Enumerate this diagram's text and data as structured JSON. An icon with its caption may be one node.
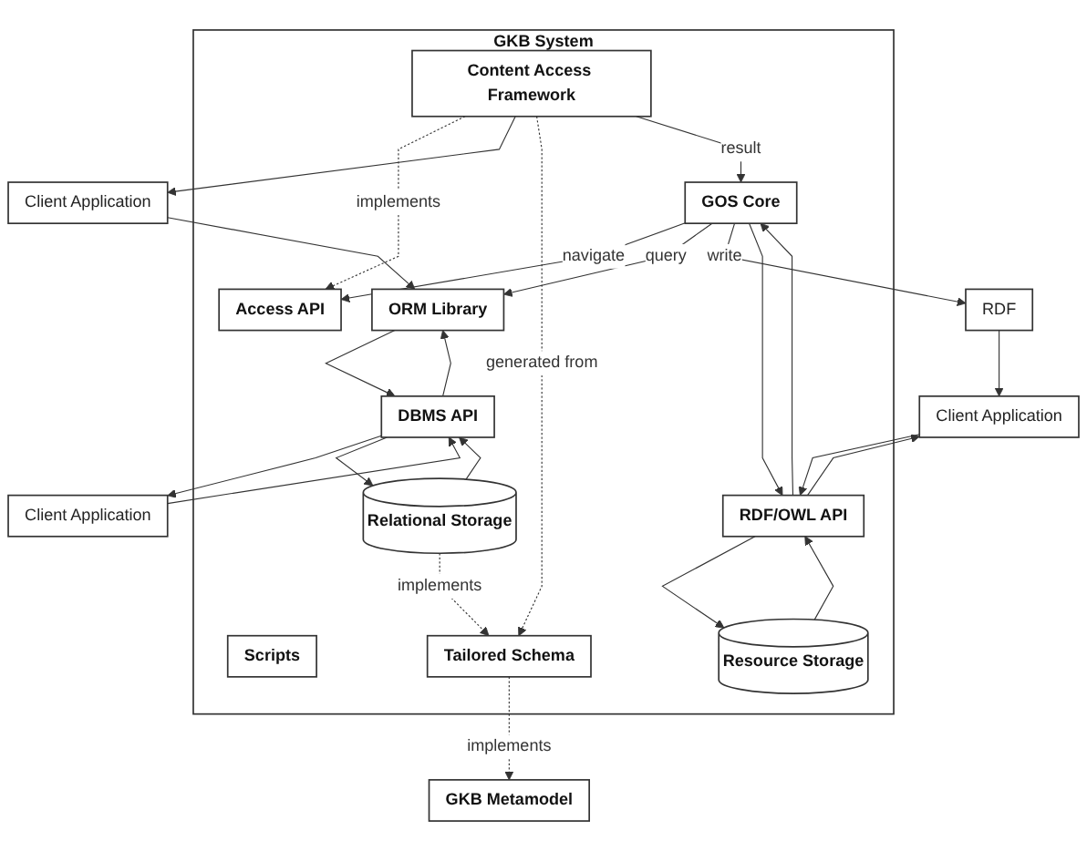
{
  "diagram": {
    "nodes": [
      {
        "text": [
          "GKB System"
        ]
      },
      {
        "text": [
          "Access API"
        ],
        "in": 0
      },
      {
        "text": [
          "Content Access Framework"
        ],
        "in": 0
      },
      {
        "text": [
          "Scripts"
        ],
        "in": 0
      },
      {
        "text": [
          "Client Application"
        ]
      },
      {
        "text": [
          "ORM Library"
        ],
        "in": 0
      },
      {
        "text": [
          "GOS Core"
        ],
        "in": 0
      },
      {
        "text": [
          "RDF"
        ]
      },
      {
        "text": [
          "Client Application"
        ]
      },
      {
        "text": [
          "DBMS API"
        ],
        "in": 0
      },
      {
        "text": [
          "RDF/OWL API"
        ],
        "in": 0
      },
      {
        "text": [
          "Client Application"
        ]
      },
      {
        "text": [
          "Relational Storage"
        ],
        "in": 0
      },
      {
        "text": [
          "Tailored Schema"
        ],
        "in": 0
      },
      {
        "text": [
          "Resource Storage"
        ],
        "in": 0
      },
      {
        "text": [
          "GKB Metamodel"
        ]
      }
    ],
    "edges": [
      {
        "from": 6,
        "to": 1,
        "arrow": "to",
        "label": "navigate"
      },
      {
        "from": 2,
        "to": 1,
        "arrow": "to",
        "label": "implements",
        "style": "dashed"
      },
      {
        "from": 2,
        "to": 4,
        "arrow": "to"
      },
      {
        "from": 4,
        "to": 5,
        "arrow": "to"
      },
      {
        "from": 2,
        "to": 13,
        "arrow": "to",
        "label": "generated from",
        "style": "dashed"
      },
      {
        "from": 2,
        "to": 6,
        "arrow": "to",
        "label": "result"
      },
      {
        "from": 6,
        "to": 5,
        "arrow": "to",
        "label": "query"
      },
      {
        "from": 6,
        "to": 7,
        "arrow": "to",
        "label": "write"
      },
      {
        "from": 5,
        "to": 9,
        "arrow": "to"
      },
      {
        "from": 9,
        "to": 5,
        "arrow": "to"
      },
      {
        "from": 9,
        "to": 8,
        "arrow": "to"
      },
      {
        "from": 8,
        "to": 9,
        "arrow": "to"
      },
      {
        "from": 6,
        "to": 10,
        "arrow": "to"
      },
      {
        "from": 10,
        "to": 6,
        "arrow": "to"
      },
      {
        "from": 7,
        "to": 11,
        "arrow": "to"
      },
      {
        "from": 11,
        "to": 10,
        "arrow": "to"
      },
      {
        "from": 10,
        "to": 11,
        "arrow": "to"
      },
      {
        "from": 9,
        "to": 12,
        "arrow": "to"
      },
      {
        "from": 12,
        "to": 9,
        "arrow": "to"
      },
      {
        "from": 10,
        "to": 14,
        "arrow": "to"
      },
      {
        "from": 14,
        "to": 10,
        "arrow": "to"
      },
      {
        "from": 12,
        "to": 13,
        "arrow": "to",
        "label": "implements",
        "style": "dashed"
      },
      {
        "from": 13,
        "to": 15,
        "arrow": "to",
        "label": "implements",
        "style": "dashed"
      }
    ]
  }
}
